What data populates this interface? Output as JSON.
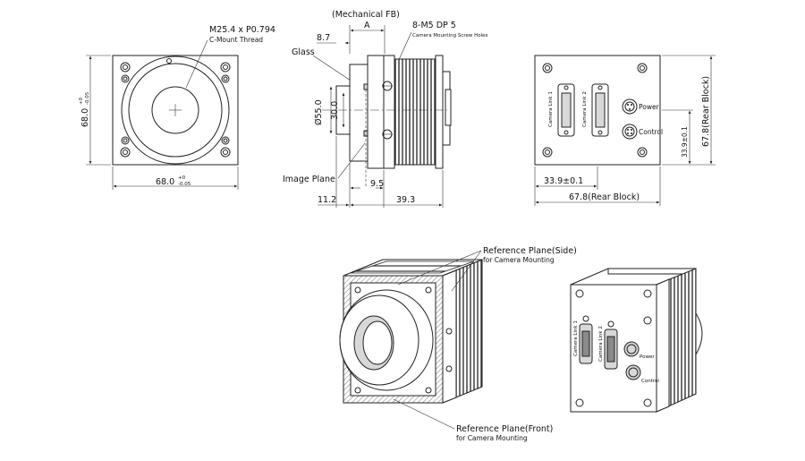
{
  "front_view": {
    "thread": "M25.4 x P0.794",
    "thread_type": "C-Mount Thread",
    "width_dim": "68.0",
    "width_tol_upper": "+0",
    "width_tol_lower": "-0.05",
    "height_dim": "68.0",
    "height_tol_upper": "+0",
    "height_tol_lower": "-0.05"
  },
  "side_view": {
    "mech_fb": "(Mechanical FB)",
    "dim_a": "A",
    "dim_87": "8.7",
    "screw": "8-M5 DP 5",
    "screw_desc": "Camera Mounting Screw Holes",
    "glass": "Glass",
    "dia_550": "Ø55.0",
    "dia_300": "30.0",
    "image_plane": "Image Plane",
    "dim_95": "9.5",
    "dim_112": "11.2",
    "dim_393": "39.3"
  },
  "rear_view": {
    "cl1": "Camera Link 1",
    "cl2": "Camera Link 2",
    "power": "Power",
    "control": "Control",
    "dim_339_h": "33.9±0.1",
    "dim_339_v": "33.9±0.1",
    "dim_678_h": "67.8(Rear Block)",
    "dim_678_v": "67.8(Rear Block)"
  },
  "iso_view": {
    "ref_side": "Reference Plane(Side)",
    "ref_side_sub": "for Camera Mounting",
    "ref_front": "Reference Plane(Front)",
    "ref_front_sub": "for Camera Mounting",
    "cl1": "Camera Link 1",
    "cl2": "Camera Link 2",
    "power": "Power",
    "control": "Control"
  }
}
